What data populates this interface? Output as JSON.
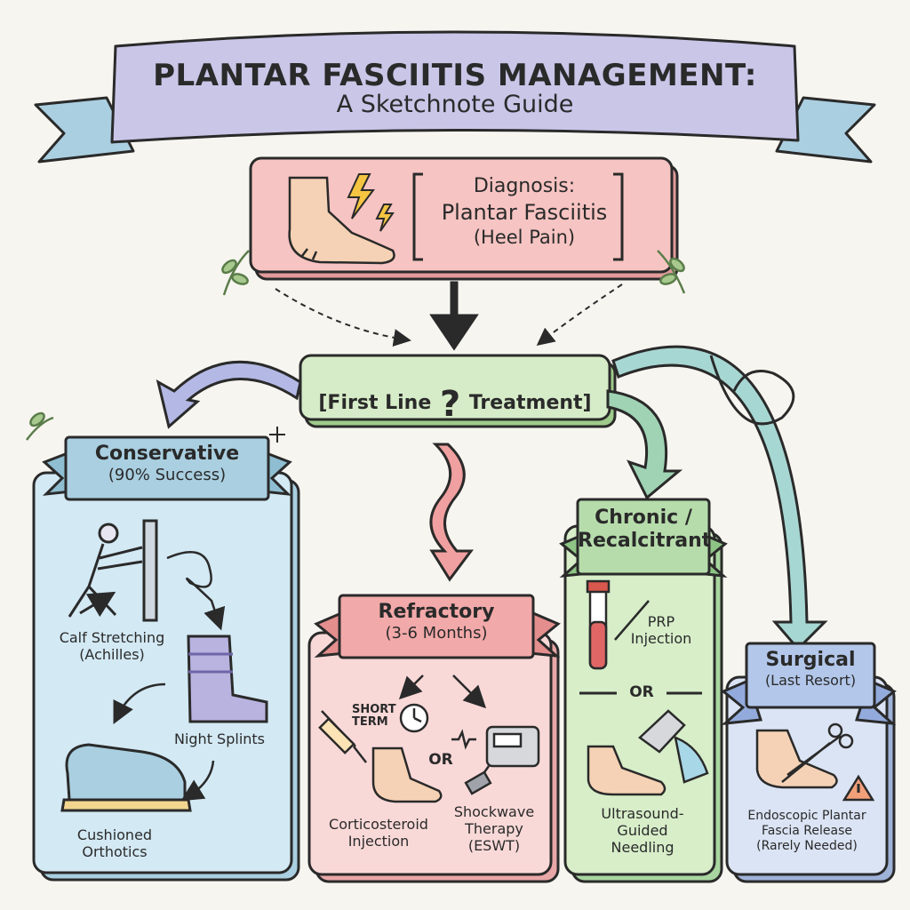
{
  "title": {
    "main": "PLANTAR FASCIITIS MANAGEMENT:",
    "subtitle": "A Sketchnote Guide"
  },
  "diagnosis": {
    "line1": "Diagnosis:",
    "line2": "Plantar Fasciitis",
    "line3": "(Heel Pain)"
  },
  "first_line": {
    "left": "[First Line",
    "right": "Treatment]"
  },
  "conservative": {
    "title": "Conservative",
    "subtitle": "(90% Success)",
    "items": [
      {
        "label_1": "Calf Stretching",
        "label_2": "(Achilles)"
      },
      {
        "label_1": "Night Splints",
        "label_2": ""
      },
      {
        "label_1": "Cushioned",
        "label_2": "Orthotics"
      }
    ]
  },
  "refractory": {
    "title": "Refractory",
    "subtitle": "(3-6 Months)",
    "short_term_1": "SHORT",
    "short_term_2": "TERM",
    "or": "OR",
    "items": [
      {
        "label_1": "Corticosteroid",
        "label_2": "Injection",
        "label_3": ""
      },
      {
        "label_1": "Shockwave",
        "label_2": "Therapy",
        "label_3": "(ESWT)"
      }
    ]
  },
  "chronic": {
    "title_1": "Chronic /",
    "title_2": "Recalcitrant",
    "or": "OR",
    "items": [
      {
        "label_1": "PRP",
        "label_2": "Injection",
        "label_3": ""
      },
      {
        "label_1": "Ultrasound-",
        "label_2": "Guided",
        "label_3": "Needling"
      }
    ]
  },
  "surgical": {
    "title": "Surgical",
    "subtitle": "(Last Resort)",
    "items": [
      {
        "label_1": "Endoscopic Plantar",
        "label_2": "Fascia Release",
        "label_3": "(Rarely Needed)"
      }
    ]
  },
  "colors": {
    "ink": "#2a2a2a",
    "title_banner": "#c9c6e8",
    "diagnosis_box": "#f4b8b8",
    "first_line_box": "#cfe7c0",
    "conservative_panel": "#cfe6f3",
    "conservative_banner": "#a9cfe0",
    "refractory_panel": "#f8d3d3",
    "refractory_banner": "#f2a9a9",
    "chronic_panel": "#d3ecc4",
    "chronic_banner": "#a9d6a0",
    "surgical_panel": "#d5e0f2",
    "surgical_banner": "#b3c7ea",
    "arrow_teal": "#9fd3d0",
    "arrow_pink": "#f0a0a0"
  },
  "icons": [
    "foot-icon",
    "lightning-icon",
    "stretching-figure-icon",
    "night-splint-icon",
    "orthotic-shoe-icon",
    "clock-icon",
    "syringe-icon",
    "shockwave-device-icon",
    "prp-vial-icon",
    "ultrasound-probe-icon",
    "scalpel-icon",
    "warning-icon",
    "sparkle-icon",
    "leaf-icon"
  ]
}
